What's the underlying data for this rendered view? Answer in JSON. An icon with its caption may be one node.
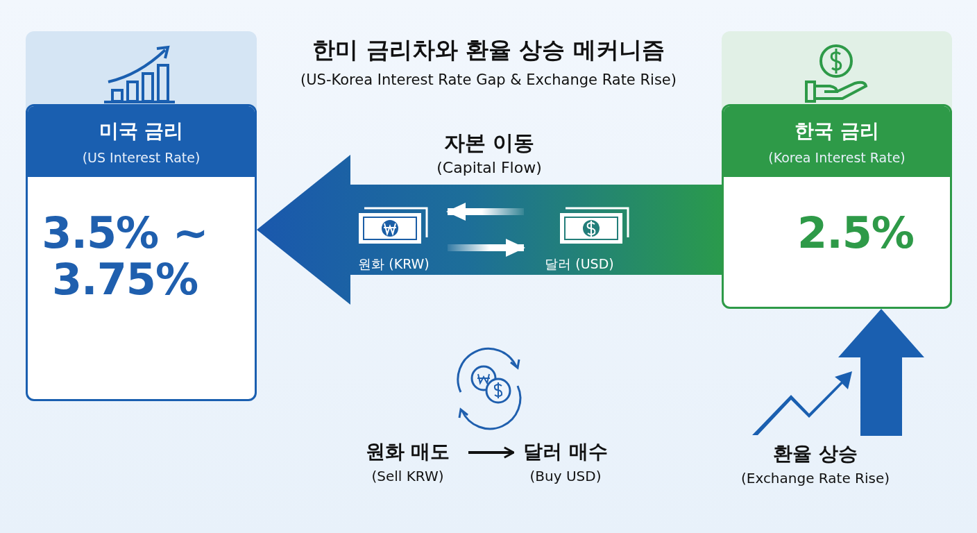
{
  "diagram": {
    "title": "한미 금리차와 환율 상승 메커니즘",
    "nodes": [
      {
        "text": [
          "미국 금리",
          "(US Interest Rate)",
          "3.5% ~ 3.75%"
        ]
      },
      {
        "text": [
          "한국 금리",
          "(Korea Interest Rate)",
          "2.5%"
        ]
      },
      {
        "text": [
          "원화 (KRW)"
        ]
      },
      {
        "text": [
          "달러 (USD)"
        ]
      },
      {
        "text": [
          "원화 매도",
          "(Sell KRW)"
        ]
      },
      {
        "text": [
          "달러 매수",
          "(Buy USD)"
        ]
      },
      {
        "text": [
          "환율 상승",
          "(Exchange Rate Rise)"
        ]
      }
    ],
    "edges": [
      {
        "from": 1,
        "to": 0,
        "arrow": "to",
        "label": "**자본 이동** (Capital Flow)",
        "style": "thick"
      },
      {
        "from": 3,
        "to": 2,
        "arrow": "to",
        "color": "#ffffff"
      },
      {
        "from": 2,
        "to": 3,
        "arrow": "to",
        "color": "#ffffff"
      },
      {
        "from": 4,
        "to": 5,
        "arrow": "to"
      },
      {
        "from": 6,
        "to": 1,
        "arrow": "to",
        "style": "thick",
        "color": "#1a5fb0"
      }
    ],
    "labels": [
      "(US-Korea Interest Rate Gap & Exchange Rate Rise)"
    ]
  }
}
